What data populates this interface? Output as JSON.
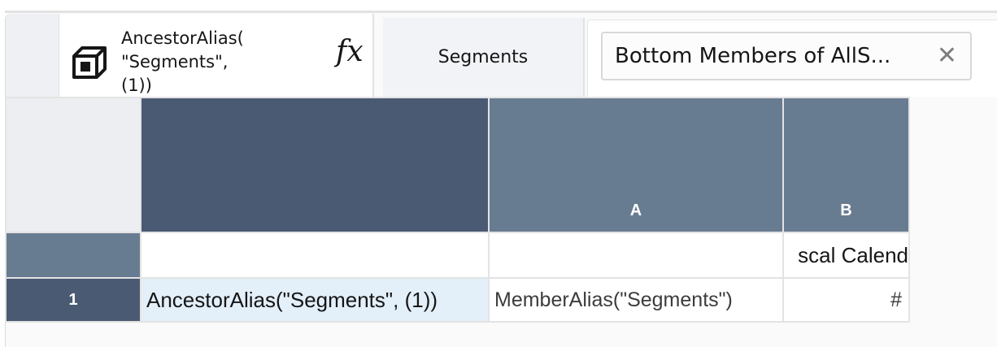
{
  "toolbar": {
    "formula_icon": "cube-icon",
    "formula_text": "AncestorAlias(\n\"Segments\",\n(1))",
    "fx_label": "fx",
    "dimension_tab_label": "Segments",
    "filter": {
      "value": "Bottom Members of AllS...",
      "clear_icon": "close-icon",
      "clear_glyph": "✕"
    }
  },
  "grid": {
    "column_headers": [
      {
        "letter": ""
      },
      {
        "letter": "A"
      },
      {
        "letter": "B"
      }
    ],
    "pov_row": {
      "cells": [
        "",
        "",
        "scal Calend"
      ]
    },
    "rows": [
      {
        "number": "1",
        "cells": [
          "AncestorAlias(\"Segments\", (1))",
          "MemberAlias(\"Segments\")",
          "#"
        ]
      }
    ]
  },
  "colors": {
    "header_dark": "#4b5a73",
    "header_light": "#687c91",
    "selected_cell": "#e3eff9",
    "corner": "#eceef1",
    "gridline": "#e3e3e3"
  }
}
